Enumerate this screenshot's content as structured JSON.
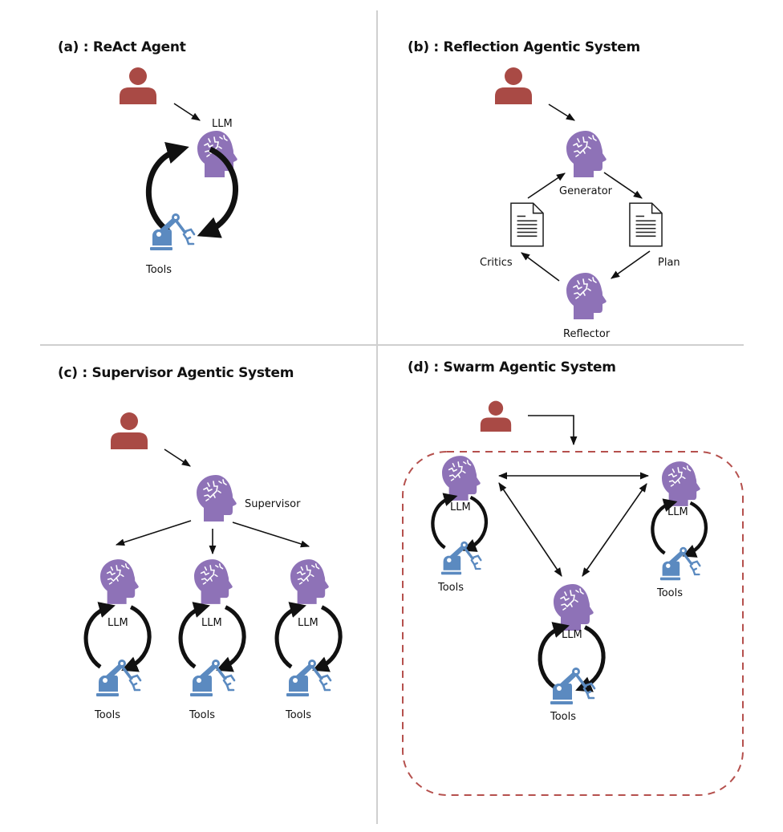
{
  "colors": {
    "user": "#a94a45",
    "llm": "#8e72b7",
    "tools": "#5b8ac0",
    "swarm_boundary": "#b5504d",
    "divider": "#cfcfcf",
    "arrow": "#111111"
  },
  "panels": {
    "a": {
      "title": "(a) : ReAct Agent",
      "llm_label": "LLM",
      "tools_label": "Tools"
    },
    "b": {
      "title": "(b) : Reflection Agentic System",
      "generator_label": "Generator",
      "reflector_label": "Reflector",
      "critics_label": "Critics",
      "plan_label": "Plan"
    },
    "c": {
      "title": "(c) : Supervisor Agentic System",
      "supervisor_label": "Supervisor",
      "workers": [
        {
          "llm_label": "LLM",
          "tools_label": "Tools"
        },
        {
          "llm_label": "LLM",
          "tools_label": "Tools"
        },
        {
          "llm_label": "LLM",
          "tools_label": "Tools"
        }
      ]
    },
    "d": {
      "title": "(d) : Swarm Agentic System",
      "agents": [
        {
          "llm_label": "LLM",
          "tools_label": "Tools"
        },
        {
          "llm_label": "LLM",
          "tools_label": "Tools"
        },
        {
          "llm_label": "LLM",
          "tools_label": "Tools"
        }
      ]
    }
  },
  "icons": {
    "user": "user-icon",
    "llm": "brain-head-icon",
    "tools": "robot-arm-icon",
    "document": "document-icon"
  }
}
